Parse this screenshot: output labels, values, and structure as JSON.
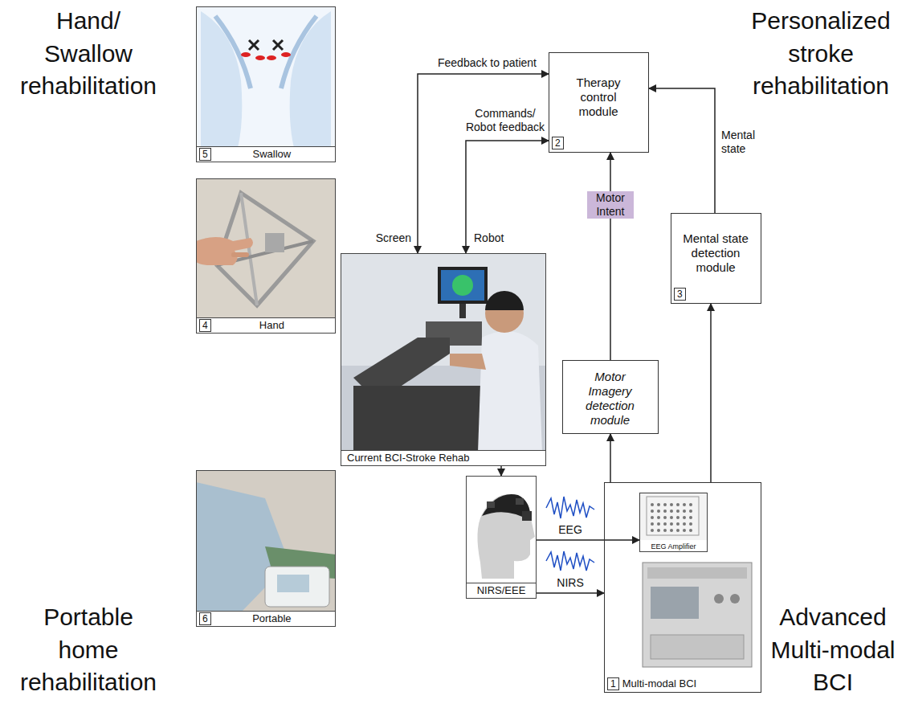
{
  "diagram": {
    "nodes": [
      {
        "text": [
          "Hand/ Swallow rehabilitation"
        ]
      },
      {
        "text": [
          "5",
          "Swallow"
        ],
        "in": 0
      },
      {
        "text": [
          "4",
          "Hand"
        ],
        "in": 0
      },
      {
        "text": [
          "Personalized stroke rehabilitation"
        ]
      },
      {
        "text": [
          "Therapy control module",
          "2"
        ],
        "in": 3
      },
      {
        "text": [
          "Mental state detection module",
          "3"
        ],
        "in": 3
      },
      {
        "text": [
          "Current BCI-Stroke Rehab"
        ]
      },
      {
        "text": [
          "Portable home rehabilitation"
        ]
      },
      {
        "text": [
          "6",
          "Portable"
        ],
        "in": 7
      },
      {
        "text": [
          "Advanced Multi-modal BCI"
        ]
      },
      {
        "text": [
          "Motor Imagery detection module"
        ],
        "in": 9
      },
      {
        "text": [
          "NIRS/EEE"
        ],
        "in": 9
      },
      {
        "text": [
          "1",
          "Multi-modal BCI"
        ],
        "in": 9
      },
      {
        "text": [
          "EEG Amplifier"
        ],
        "in": 12
      }
    ],
    "edges": [
      {
        "from": 6,
        "to": 11,
        "arrow": "to"
      },
      {
        "from": 11,
        "to": 13,
        "label": "EEG",
        "arrow": "to"
      },
      {
        "from": 11,
        "to": 12,
        "label": "NIRS",
        "arrow": "to"
      },
      {
        "from": 12,
        "to": 10,
        "arrow": "to"
      },
      {
        "from": 10,
        "to": 4,
        "label": "Motor Intent",
        "arrow": "to"
      },
      {
        "from": 12,
        "to": 5,
        "arrow": "to"
      },
      {
        "from": 5,
        "to": 4,
        "label": "Mental state",
        "arrow": "to"
      },
      {
        "from": 4,
        "to": 6,
        "label": "Feedback to patient",
        "arrow": "both"
      },
      {
        "from": 4,
        "to": 6,
        "label": "Commands/ Robot feedback",
        "arrow": "both"
      }
    ],
    "labels": [
      "Screen",
      "Robot"
    ]
  }
}
